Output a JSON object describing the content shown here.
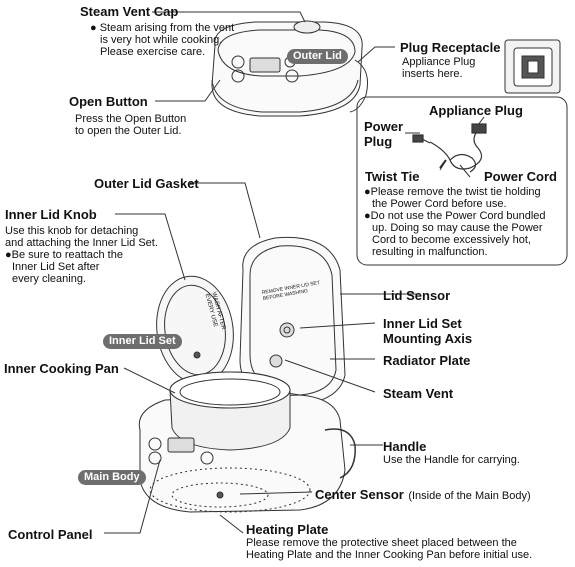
{
  "labels": {
    "steam_vent_cap": {
      "title": "Steam Vent Cap",
      "lines": [
        "● Steam arising from the vent",
        "is very hot while cooking.",
        "Please exercise care."
      ]
    },
    "outer_lid": "Outer Lid",
    "open_button": {
      "title": "Open Button",
      "lines": [
        "Press the Open Button",
        "to open the Outer Lid."
      ]
    },
    "plug_receptacle": {
      "title": "Plug Receptacle",
      "lines": [
        "Appliance Plug",
        "inserts here."
      ]
    },
    "appliance_plug": "Appliance Plug",
    "power_plug": [
      "Power",
      "Plug"
    ],
    "twist_tie": "Twist Tie",
    "power_cord": {
      "title": "Power Cord",
      "notes": [
        "●Please remove the twist tie holding",
        "the Power Cord before use.",
        "●Do not use the Power Cord bundled",
        "up. Doing so may cause the Power",
        "Cord to become excessively hot,",
        "resulting in malfunction."
      ]
    },
    "outer_lid_gasket": "Outer Lid Gasket",
    "inner_lid_knob": {
      "title": "Inner Lid Knob",
      "lines": [
        "Use this knob for detaching",
        "and attaching the Inner Lid Set.",
        "●Be sure to reattach the",
        "Inner Lid Set after",
        "every cleaning."
      ]
    },
    "inner_lid_set": "Inner Lid Set",
    "lid_sensor": "Lid Sensor",
    "inner_lid_mounting_axis": [
      "Inner Lid Set",
      "Mounting Axis"
    ],
    "radiator_plate": "Radiator Plate",
    "inner_cooking_pan": "Inner Cooking Pan",
    "steam_vent": "Steam Vent",
    "handle": {
      "title": "Handle",
      "lines": [
        "Use the Handle for carrying."
      ]
    },
    "main_body": "Main Body",
    "center_sensor": {
      "title": "Center Sensor",
      "note": "(Inside of the Main Body)"
    },
    "control_panel": "Control Panel",
    "heating_plate": {
      "title": "Heating Plate",
      "lines": [
        "Please remove the protective sheet placed between the",
        "Heating Plate and the Inner Cooking Pan before initial use."
      ]
    }
  },
  "inner_lid_text": [
    "WASH AFTER",
    "EVERY USE"
  ],
  "outer_lid_text": [
    "REMOVE INNER LID SET",
    "BEFORE WASHING"
  ],
  "colors": {
    "pill_bg": "#6e6e6e",
    "line": "#333333"
  }
}
